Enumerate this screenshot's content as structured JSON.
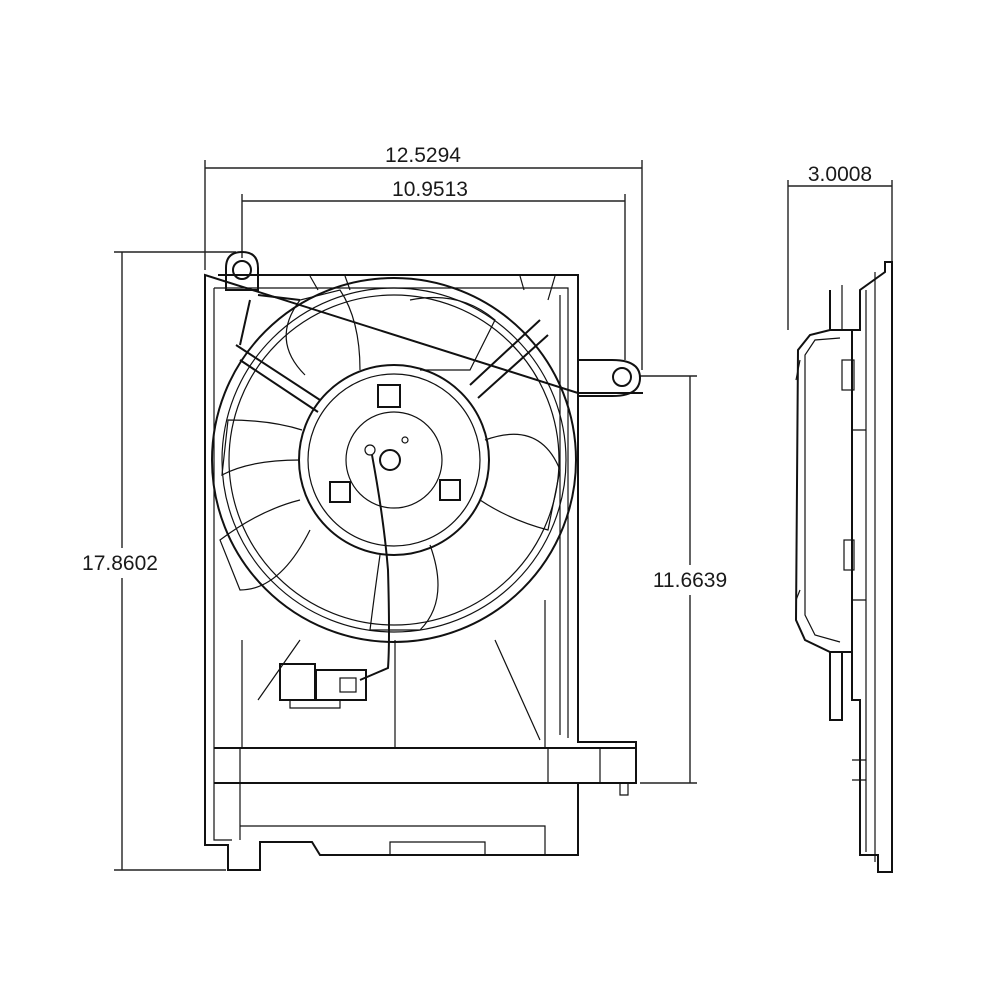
{
  "dimensions": {
    "overall_width": "12.5294",
    "mount_width": "10.9513",
    "depth": "3.0008",
    "overall_height": "17.8602",
    "mount_height": "11.6639"
  },
  "colors": {
    "line": "#111111",
    "background": "#ffffff"
  }
}
